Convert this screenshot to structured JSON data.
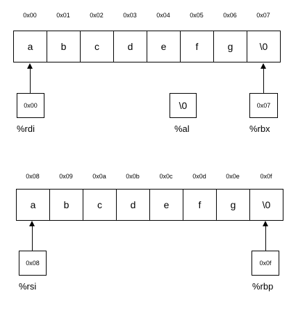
{
  "arrays": [
    {
      "addresses": [
        "0x00",
        "0x01",
        "0x02",
        "0x03",
        "0x04",
        "0x05",
        "0x06",
        "0x07"
      ],
      "cells": [
        "a",
        "b",
        "c",
        "d",
        "e",
        "f",
        "g",
        "\\0"
      ]
    },
    {
      "addresses": [
        "0x08",
        "0x09",
        "0x0a",
        "0x0b",
        "0x0c",
        "0x0d",
        "0x0e",
        "0x0f"
      ],
      "cells": [
        "a",
        "b",
        "c",
        "d",
        "e",
        "f",
        "g",
        "\\0"
      ]
    }
  ],
  "registers": {
    "rdi": {
      "value": "0x00",
      "label": "%rdi"
    },
    "al": {
      "value": "\\0",
      "label": "%al"
    },
    "rbx": {
      "value": "0x07",
      "label": "%rbx"
    },
    "rsi": {
      "value": "0x08",
      "label": "%rsi"
    },
    "rbp": {
      "value": "0x0f",
      "label": "%rbp"
    }
  }
}
